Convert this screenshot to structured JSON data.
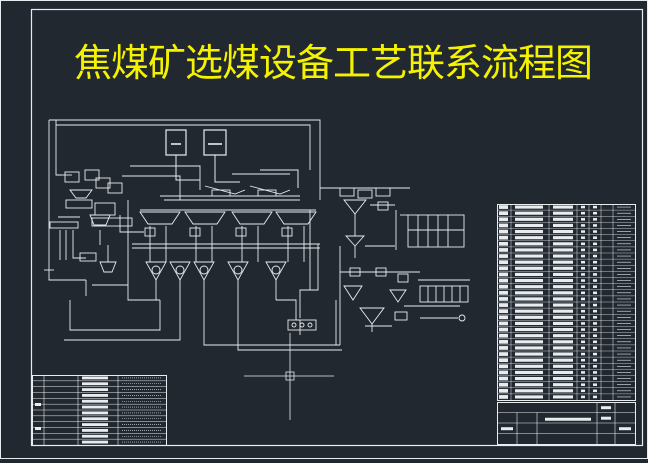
{
  "drawing": {
    "title": "焦煤矿选煤设备工艺联系流程图",
    "colors": {
      "background": "#212830",
      "line": "#e8ecef",
      "title": "#f5f200"
    }
  },
  "legend_table": {
    "rows": 12
  },
  "equipment_table": {
    "rows": 32
  },
  "title_block": {
    "rows": 4
  }
}
